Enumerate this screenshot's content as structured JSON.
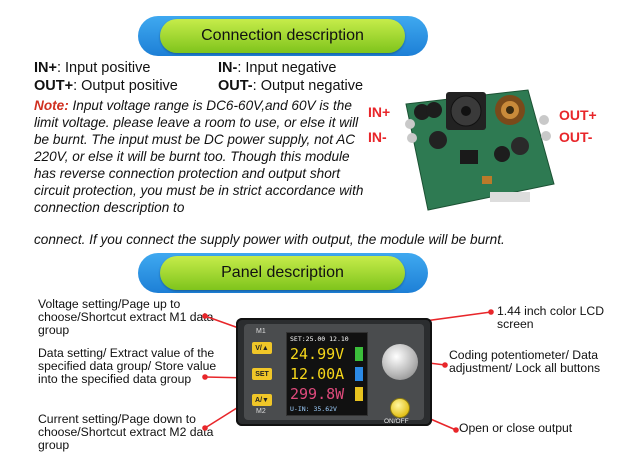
{
  "headings": {
    "connection": "Connection description",
    "panel": "Panel description"
  },
  "connection": {
    "in_plus_key": "IN+",
    "in_plus_val": ": Input positive",
    "in_minus_key": "IN-",
    "in_minus_val": ": Input negative",
    "out_plus_key": "OUT+",
    "out_plus_val": ": Output positive",
    "out_minus_key": "OUT-",
    "out_minus_val": ": Output negative",
    "note_label": "Note:",
    "note_text": "Input voltage range is DC6-60V,and 60V is the limit voltage. please leave a room to use, or else it will be burnt. The input must be DC power supply, not AC 220V, or else it will be burnt too. Though this module has reverse connection protection and output short circuit protection, you must be in strict accordance with connection description to",
    "note_last": "connect. If you connect the supply power with output, the module will be burnt."
  },
  "board_pins": {
    "in_plus": "IN+",
    "in_minus": "IN-",
    "out_plus": "OUT+",
    "out_minus": "OUT-"
  },
  "panel": {
    "voltage_setting": "Voltage setting/Page up to choose/Shortcut extract M1 data group",
    "data_setting": "Data setting/ Extract value of the specified data group/ Store value into the specified data group",
    "current_setting": "Current setting/Page down to choose/Shortcut extract M2 data group",
    "lcd_label": "1.44 inch color LCD screen",
    "coding_label": "Coding potentiometer/ Data adjustment/ Lock all buttons",
    "onoff_label": "Open or close output"
  },
  "module": {
    "m1": "M1",
    "m2": "M2",
    "btn_v": "V/▲",
    "btn_set": "SET",
    "btn_a": "A/▼",
    "onoff": "ON/OFF",
    "lcd_set": "SET:25.00 12.10",
    "lcd_v": "24.99V",
    "lcd_a": "12.00A",
    "lcd_w": "299.8W",
    "lcd_uin": "U-IN: 35.62V"
  },
  "colors": {
    "banner_green": "#8cd024",
    "banner_blue": "#1f85d9",
    "pointer_red": "#e8262a",
    "note_red": "#d03020",
    "button_yellow": "#f0c628"
  }
}
